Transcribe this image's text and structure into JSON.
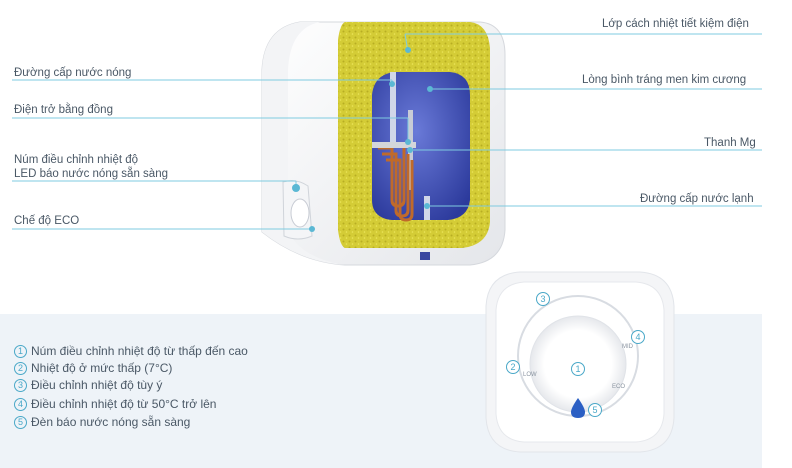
{
  "labels": {
    "insulation": "Lớp cách nhiệt tiết kiệm điện",
    "hot_pipe": "Đường cấp nước nóng",
    "enamel_tank": "Lòng bình tráng men kim cương",
    "copper_heater": "Điện trở bằng đồng",
    "mg_rod": "Thanh Mg",
    "knob": "Núm điều chỉnh nhiệt độ",
    "led": "LED báo nước nóng sẵn sàng",
    "cold_pipe": "Đường cấp nước lạnh",
    "eco": "Chế độ ECO"
  },
  "legend": [
    {
      "n": "1",
      "text": "Núm điều chỉnh nhiệt độ từ thấp đến cao"
    },
    {
      "n": "2",
      "text": "Nhiệt độ ở mức thấp (7°C)"
    },
    {
      "n": "3",
      "text": "Điều chỉnh nhiệt độ tùy ý"
    },
    {
      "n": "4",
      "text": "Điều chỉnh nhiệt độ từ 50°C trở lên"
    },
    {
      "n": "5",
      "text": "Đèn báo nước nóng sẵn sàng"
    }
  ],
  "knob_numbers": [
    "1",
    "2",
    "3",
    "4",
    "5"
  ],
  "knob_marks": {
    "low": "LOW",
    "mid": "MID",
    "eco": "ECO"
  },
  "colors": {
    "accent": "#5bb8d4",
    "insulation": "#d9d23a",
    "tank": "#4a58c0",
    "panel": "#eef3f8"
  }
}
